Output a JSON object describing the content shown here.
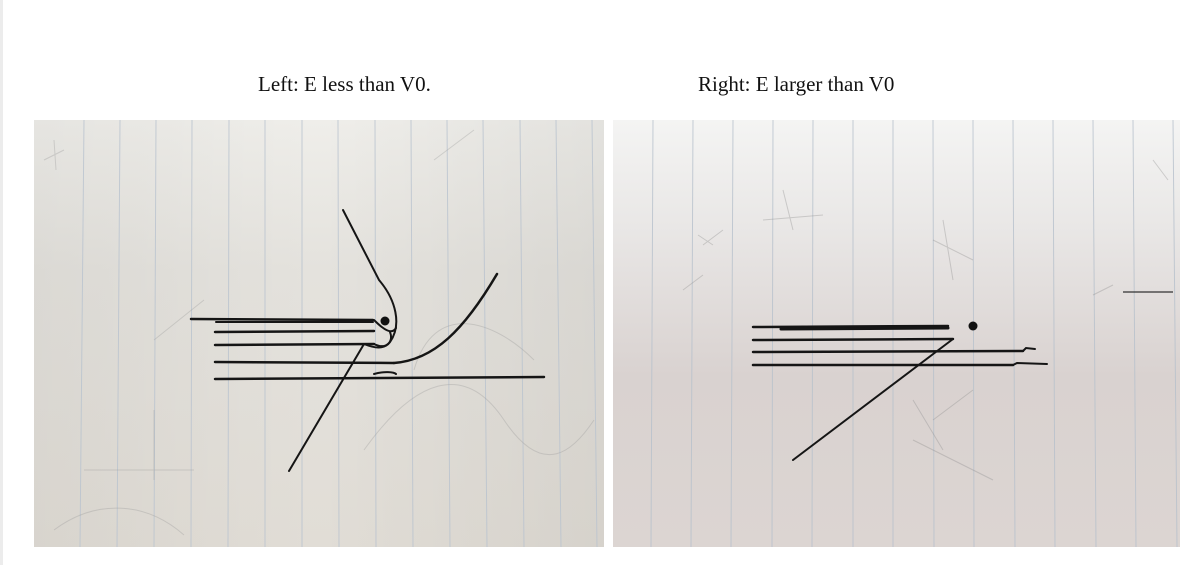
{
  "captions": {
    "left": "Left: E less than V0.",
    "right": "Right: E larger than V0"
  },
  "photos": {
    "left": {
      "description_icon": "hand-drawn-trajectory-sketch-left",
      "paper_color": "#e6e2dc",
      "ink_color": "#151515"
    },
    "right": {
      "description_icon": "hand-drawn-trajectory-sketch-right",
      "paper_color": "#dcd6d3",
      "ink_color": "#151515"
    }
  }
}
